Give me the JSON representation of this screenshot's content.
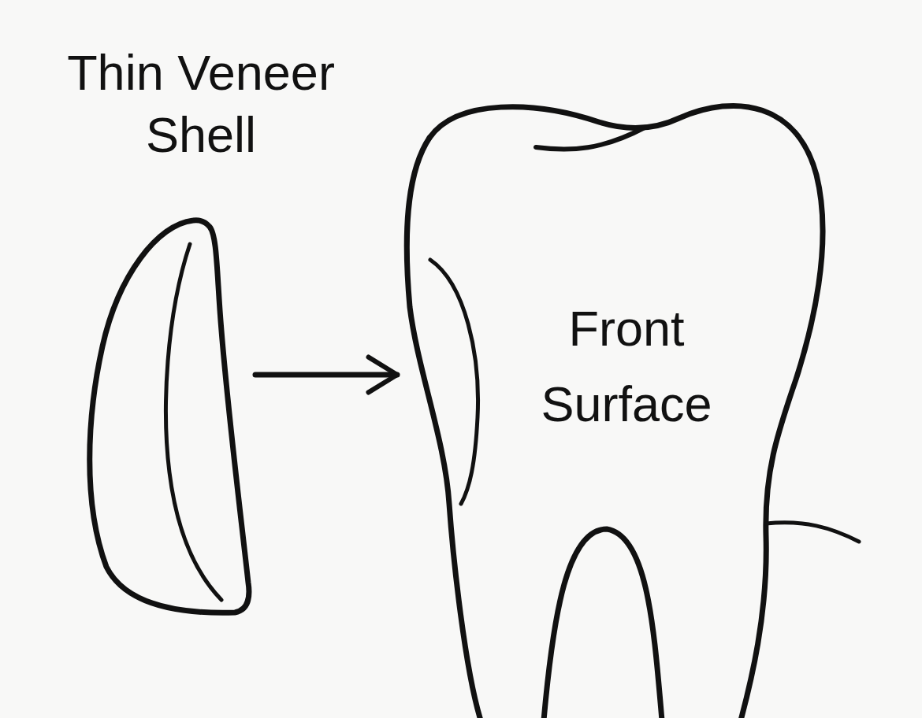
{
  "diagram": {
    "nodes": [
      {
        "text": [
          "Thin Veneer Shell"
        ]
      },
      {
        "text": [
          "Front Surface"
        ]
      }
    ],
    "edges": [
      {
        "from": 0,
        "to": 1,
        "arrow": "to"
      }
    ]
  }
}
